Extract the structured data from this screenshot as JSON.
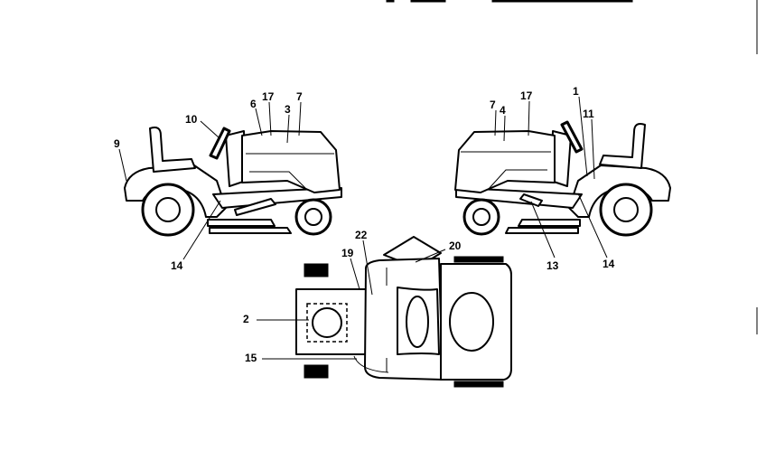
{
  "colors": {
    "line": "#000000",
    "background": "#ffffff"
  },
  "callouts": {
    "left_view": [
      "17",
      "7",
      "6",
      "3",
      "10",
      "9",
      "14"
    ],
    "right_view": [
      "7",
      "17",
      "1",
      "4",
      "11",
      "13",
      "14"
    ],
    "top_view": [
      "22",
      "20",
      "19",
      "2",
      "15"
    ]
  }
}
